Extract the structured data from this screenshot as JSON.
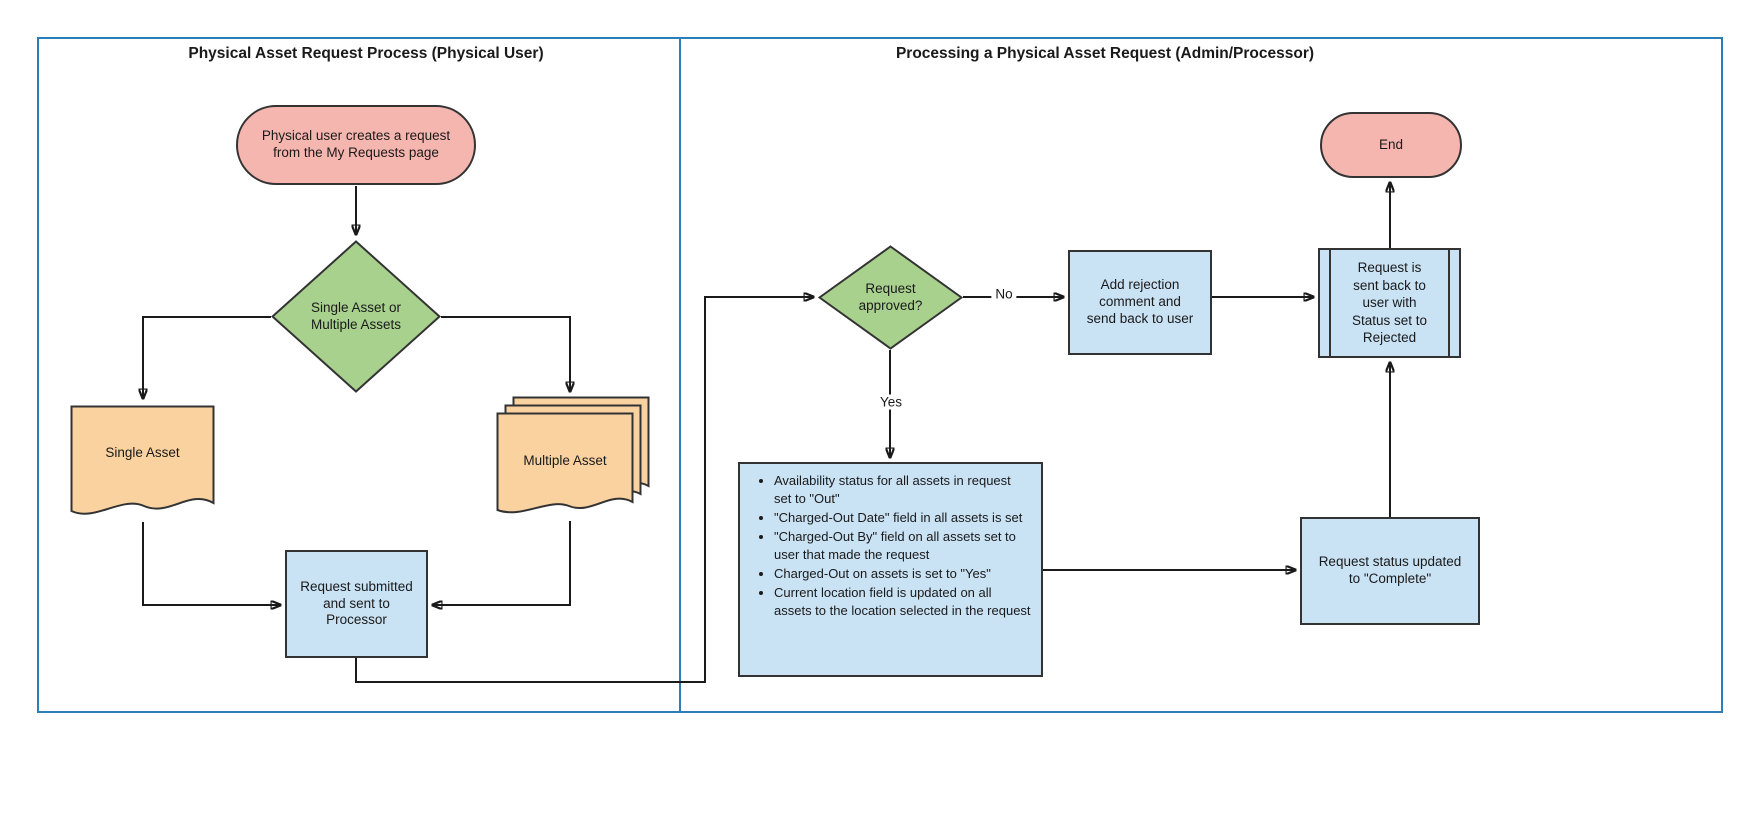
{
  "colors": {
    "panel_border": "#2d7eb8",
    "terminator_fill": "#f6b6b0",
    "decision_fill": "#a9d18e",
    "document_fill": "#fad2a0",
    "process_fill": "#c9e2f4",
    "line": "#1a1a1a"
  },
  "panels": {
    "left": {
      "title": "Physical Asset Request Process (Physical User)"
    },
    "right": {
      "title": "Processing a Physical Asset Request (Admin/Processor)"
    }
  },
  "nodes": {
    "start": {
      "label": "Physical user creates a request from the My Requests page"
    },
    "decision_assets": {
      "label": "Single Asset or Multiple Assets"
    },
    "single_asset": {
      "label": "Single Asset"
    },
    "multiple_asset": {
      "label": "Multiple Asset"
    },
    "request_submitted": {
      "label": "Request submitted and sent to Processor"
    },
    "decision_approved": {
      "label": "Request approved?"
    },
    "add_rejection": {
      "label": "Add rejection comment and send back to user"
    },
    "sent_back": {
      "label": "Request is sent back to user with Status set to Rejected"
    },
    "end": {
      "label": "End"
    },
    "approved_actions": {
      "items": [
        "Availability status for all assets in request set to \"Out\"",
        "\"Charged-Out Date\" field in all assets is set",
        "\"Charged-Out By\" field on all assets set to user that made the request",
        "Charged-Out on assets is set to \"Yes\"",
        "Current location field is updated on all assets to the location selected in the request"
      ]
    },
    "status_complete": {
      "label": "Request status updated to \"Complete\""
    }
  },
  "edges": {
    "no_label": "No",
    "yes_label": "Yes"
  }
}
